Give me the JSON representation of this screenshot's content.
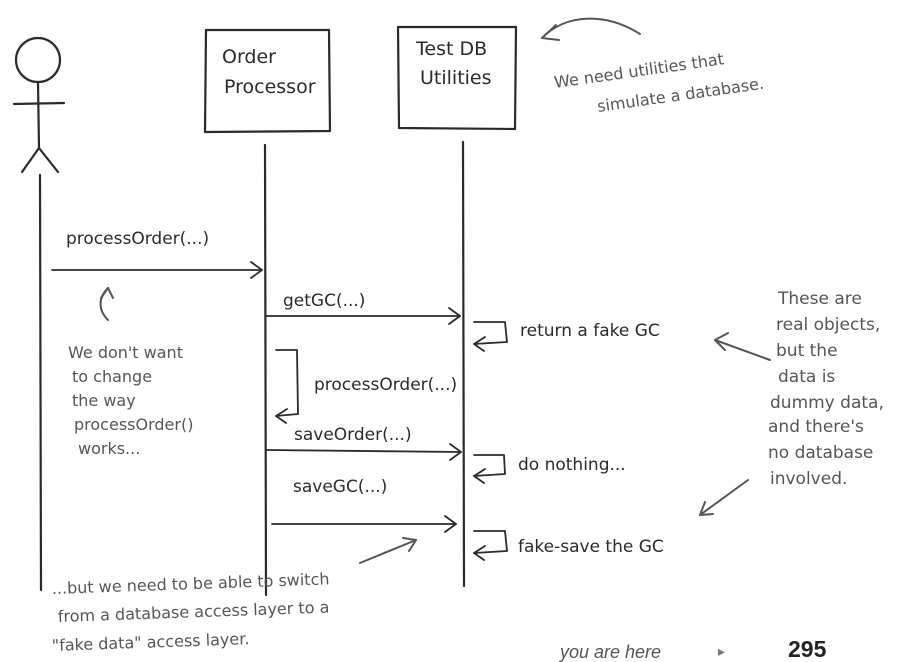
{
  "participants": {
    "order_processor": [
      "Order",
      "Processor"
    ],
    "test_db": [
      "Test DB",
      "Utilities"
    ]
  },
  "messages": {
    "process_order_call": "processOrder(...)",
    "get_gc": "getGC(...)",
    "process_order_self": "processOrder(...)",
    "save_order": "saveOrder(...)",
    "save_gc": "saveGC(...)",
    "return_fake_gc": "return a fake GC",
    "do_nothing": "do nothing...",
    "fake_save": "fake-save the GC"
  },
  "notes": {
    "utilities": [
      "We need utilities that",
      "simulate a database."
    ],
    "dont_change": [
      "We don't want",
      "to change",
      "the way",
      "processOrder()",
      "works..."
    ],
    "real_objects": [
      "These are",
      "real objects,",
      "but the",
      "data is",
      "dummy data,",
      "and there's",
      "no database",
      "involved."
    ],
    "switch_layer": [
      "...but we need to be able to switch",
      "from a database access layer to a",
      "\"fake data\" access layer."
    ]
  },
  "footer": {
    "you_are_here": "you are here",
    "arrow_glyph": "▸",
    "page_number": "295"
  }
}
